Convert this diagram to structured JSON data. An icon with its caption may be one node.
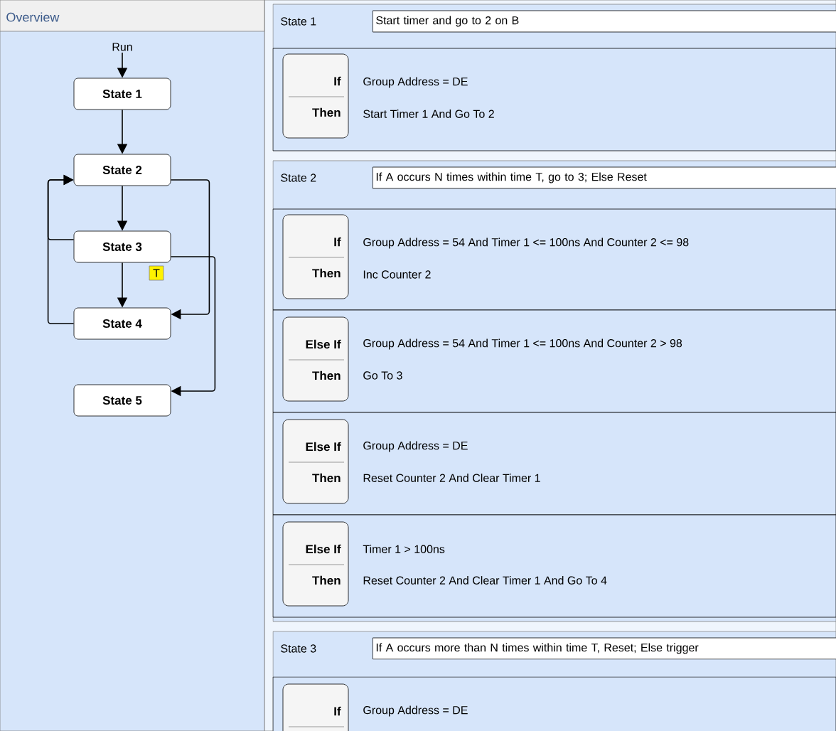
{
  "diagram": {
    "nodes": [
      {
        "text": [
          "Overview"
        ]
      },
      {
        "text": [
          "Run"
        ],
        "in": 0
      },
      {
        "text": [
          "State 1"
        ],
        "in": 0
      },
      {
        "text": [
          "State 2"
        ],
        "in": 0
      },
      {
        "text": [
          "State 3"
        ],
        "in": 0
      },
      {
        "text": [
          "State 4"
        ],
        "in": 0
      },
      {
        "text": [
          "State 5"
        ],
        "in": 0
      },
      {
        "text": [
          "T"
        ],
        "in": 0
      },
      {
        "text": [
          "State 1",
          "Start timer and go to 2 on B"
        ]
      },
      {
        "text": [
          "Group Address = DE",
          "Start Timer 1 And Go To 2"
        ],
        "in": 8
      },
      {
        "text": [
          "If",
          "Then"
        ],
        "in": 9
      },
      {
        "text": [
          "State 2",
          "If A occurs N times within time T, go to 3; Else Reset"
        ]
      },
      {
        "text": [
          "Group Address = 54 And Timer 1 <= 100ns And Counter 2 <= 98",
          "Inc Counter 2"
        ],
        "in": 11
      },
      {
        "text": [
          "If",
          "Then"
        ],
        "in": 12
      },
      {
        "text": [
          "Group Address = 54 And Timer 1 <= 100ns And Counter 2 > 98",
          "Go To 3"
        ],
        "in": 11
      },
      {
        "text": [
          "Else If",
          "Then"
        ],
        "in": 14
      },
      {
        "text": [
          "Group Address = DE",
          "Reset Counter 2 And Clear Timer 1"
        ],
        "in": 11
      },
      {
        "text": [
          "Else If",
          "Then"
        ],
        "in": 16
      },
      {
        "text": [
          "Timer 1 > 100ns",
          "Reset Counter 2 And Clear Timer 1 And Go To 4"
        ],
        "in": 11
      },
      {
        "text": [
          "Else If",
          "Then"
        ],
        "in": 18
      },
      {
        "text": [
          "State 3",
          "If A occurs more than N times within time T, Reset; Else trigger"
        ]
      },
      {
        "text": [
          "Group Address = DE"
        ],
        "in": 20
      },
      {
        "text": [
          "If"
        ],
        "in": 21
      }
    ],
    "edges": [
      {
        "from": 1,
        "to": 2,
        "arrow": "to"
      },
      {
        "from": 2,
        "to": 3,
        "arrow": "to"
      },
      {
        "from": 3,
        "to": 4,
        "arrow": "to"
      },
      {
        "from": 4,
        "to": 5,
        "arrow": "to"
      },
      {
        "from": 3,
        "to": 5,
        "arrow": "to"
      },
      {
        "from": 4,
        "to": 3,
        "arrow": "to"
      },
      {
        "from": 5,
        "to": 3,
        "arrow": "to"
      },
      {
        "from": 4,
        "to": 6,
        "arrow": "to"
      }
    ]
  }
}
